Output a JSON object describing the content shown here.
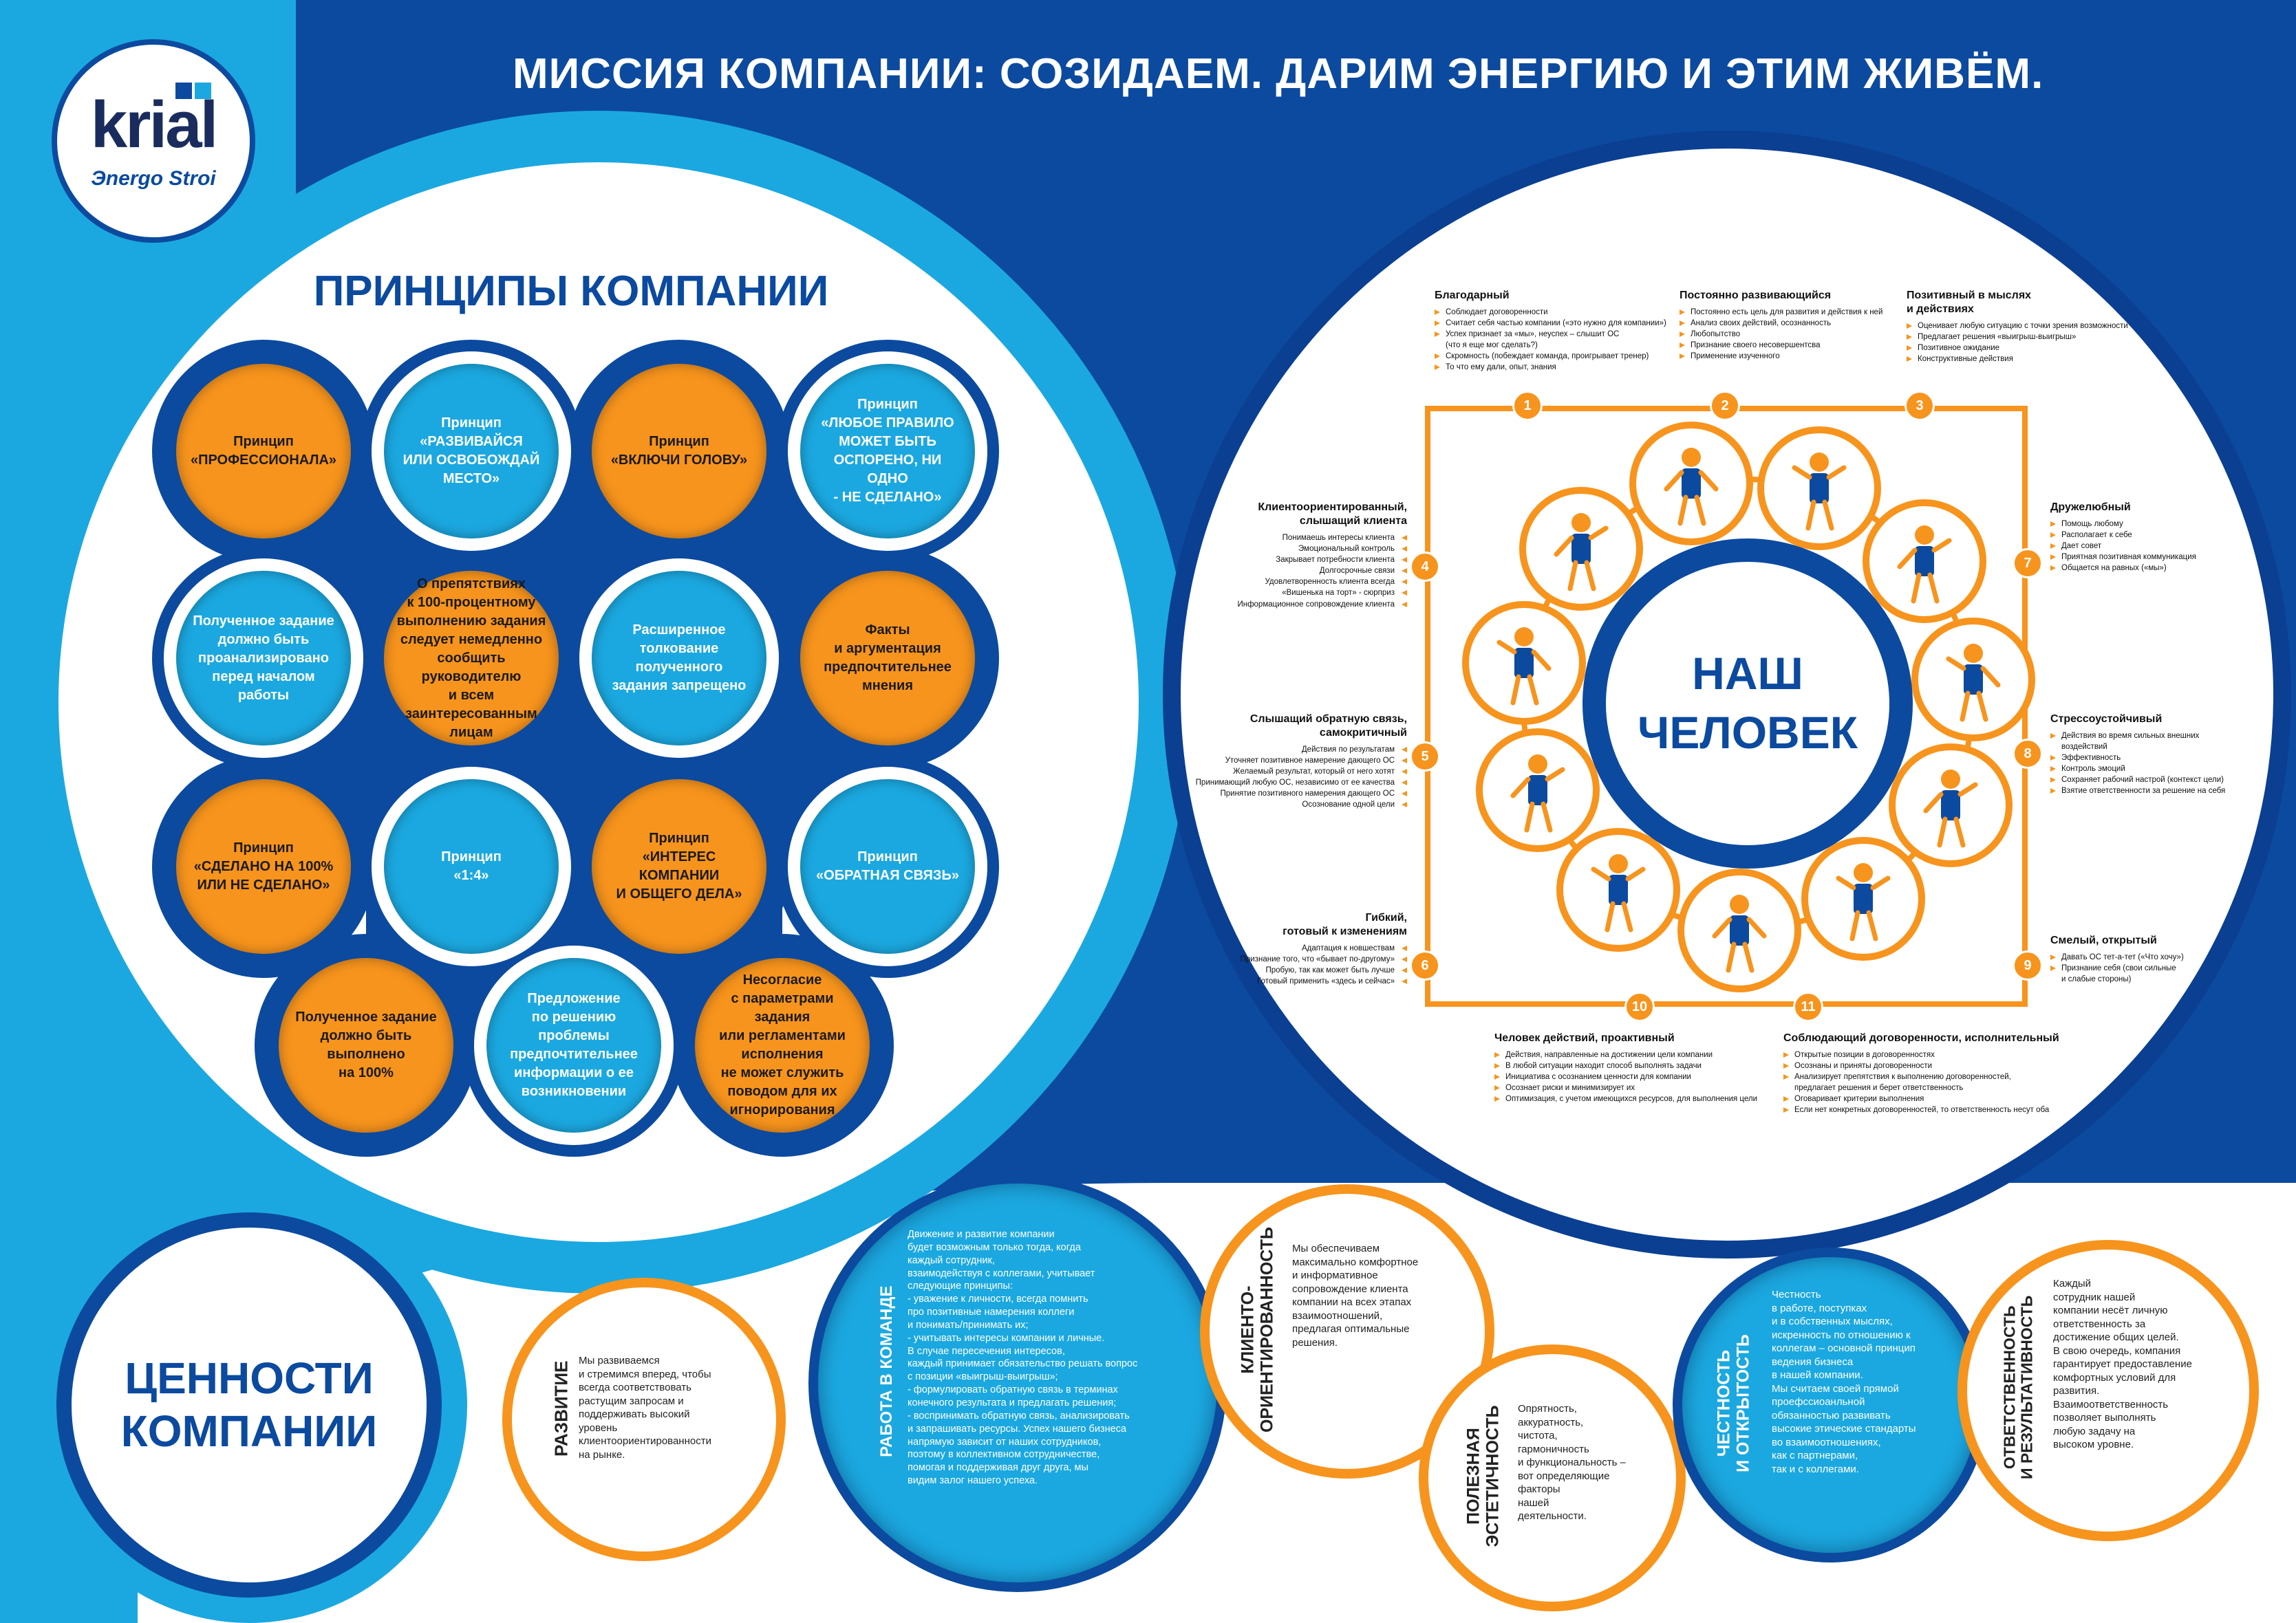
{
  "header": {
    "mission": "МИССИЯ КОМПАНИИ:  СОЗИДАЕМ. ДАРИМ ЭНЕРГИЮ И ЭТИМ ЖИВЁМ."
  },
  "logo": {
    "name": "krial",
    "tagline": "Эnergo Stroi"
  },
  "colors": {
    "orange": "#f7941d",
    "light_blue": "#1ba8e0",
    "dark_blue": "#0b4a9f"
  },
  "principles": {
    "title": "ПРИНЦИПЫ КОМПАНИИ",
    "items": [
      {
        "text": "Принцип\n«ПРОФЕССИОНАЛА»",
        "color": "orange"
      },
      {
        "text": "Принцип\n«РАЗВИВАЙСЯ\nИЛИ ОСВОБОЖДАЙ\nМЕСТО»",
        "color": "blue"
      },
      {
        "text": "Принцип\n«ВКЛЮЧИ ГОЛОВУ»",
        "color": "orange"
      },
      {
        "text": "Принцип\n«ЛЮБОЕ ПРАВИЛО\nМОЖЕТ БЫТЬ\nОСПОРЕНО, НИ ОДНО\n- НЕ СДЕЛАНО»",
        "color": "blue"
      },
      {
        "text": "Полученное задание\nдолжно быть\nпроанализировано\nперед началом работы",
        "color": "blue"
      },
      {
        "text": "О препятствиях\nк 100-процентному\nвыполнению задания\nследует немедленно\nсообщить руководителю\nи всем заинтересованным\nлицам",
        "color": "orange"
      },
      {
        "text": "Расширенное\nтолкование полученного\nзадания запрещено",
        "color": "blue"
      },
      {
        "text": "Факты\nи аргументация\nпредпочтительнее\nмнения",
        "color": "orange"
      },
      {
        "text": "Принцип\n«СДЕЛАНО НА 100%\nИЛИ НЕ СДЕЛАНО»",
        "color": "orange"
      },
      {
        "text": "Принцип\n«1:4»",
        "color": "blue"
      },
      {
        "text": "Принцип\n«ИНТЕРЕС КОМПАНИИ\nИ ОБЩЕГО ДЕЛА»",
        "color": "orange"
      },
      {
        "text": "Принцип\n«ОБРАТНАЯ СВЯЗЬ»",
        "color": "blue"
      },
      {
        "text": "Полученное задание\nдолжно быть\nвыполнено\nна 100%",
        "color": "orange"
      },
      {
        "text": "Предложение\nпо решению проблемы\nпредпочтительнее\nинформации о ее\nвозникновении",
        "color": "blue"
      },
      {
        "text": "Несогласие\nс параметрами задания\nили регламентами\nисполнения\nне может служить\nповодом для их\nигнорирования",
        "color": "orange"
      }
    ]
  },
  "our_person": {
    "title": "НАШ\nЧЕЛОВЕК",
    "traits": [
      {
        "num": "1",
        "title": "Благодарный",
        "items": [
          "Соблюдает договоренности",
          "Считает себя частью компании («это нужно для компании»)",
          "Успех признает за «мы», неуспех – слышит ОС\n(что я еще мог сделать?)",
          "Скромность (побеждает команда, проигрывает тренер)",
          "То что ему дали, опыт, знания"
        ]
      },
      {
        "num": "2",
        "title": "Постоянно развивающийся",
        "items": [
          "Постоянно есть цель для развития и действия к ней",
          "Анализ своих действий, осознанность",
          "Любопытство",
          "Признание своего несовершентсва",
          "Применение изученного"
        ]
      },
      {
        "num": "3",
        "title": "Позитивный в мыслях\nи действиях",
        "items": [
          "Оценивает любую ситуацию с точки зрения возможности",
          "Предлагает решения «выигрыш-выигрыш»",
          "Позитивное ожидание",
          "Конструктивные действия"
        ]
      },
      {
        "num": "4",
        "title": "Клиентоориентированный,\nслышащий клиента",
        "items": [
          "Понимаешь интересы клиента",
          "Эмоциональный контроль",
          "Закрывает потребности клиента",
          "Долгосрочные связи",
          "Удовлетворенность клиента всегда",
          "«Вишенька на торт» - сюрприз",
          "Информационное сопровождение клиента"
        ]
      },
      {
        "num": "5",
        "title": "Слышащий обратную связь,\nсамокритичный",
        "items": [
          "Действия по результатам",
          "Уточняет позитивное намерение дающего ОС",
          "Желаемый результат, который от него хотят",
          "Принимающий любую ОС, независимо от ее качества",
          "Принятие позитивного намерения дающего ОС",
          "Осознование одной цели"
        ]
      },
      {
        "num": "6",
        "title": "Гибкий,\nготовый к изменениям",
        "items": [
          "Адаптация к новшествам",
          "Признание того, что «бывает по-другому»",
          "Пробую, так как может быть лучше",
          "Готовый применить «здесь и сейчас»"
        ]
      },
      {
        "num": "7",
        "title": "Дружелюбный",
        "items": [
          "Помощь любому",
          "Располагает к себе",
          "Дает совет",
          "Приятная позитивная коммуникация",
          "Общается на равных («мы»)"
        ]
      },
      {
        "num": "8",
        "title": "Стрессоустойчивый",
        "items": [
          "Действия во время сильных внешних воздействий",
          "Эффективность",
          "Контроль эмоций",
          "Сохраняет рабочий настрой (контекст цели)",
          "Взятие ответственности за решение на себя"
        ]
      },
      {
        "num": "9",
        "title": "Смелый, открытый",
        "items": [
          "Давать ОС тет-а-тет («Что хочу»)",
          "Признание себя (свои сильные\nи слабые стороны)"
        ]
      },
      {
        "num": "10",
        "title": "Человек действий, проактивный",
        "items": [
          "Действия, направленные на достижении цели компании",
          "В любой ситуации находит способ выполнять задачи",
          "Инициатива с осознанием ценности для компании",
          "Осознает риски и минимизирует их",
          "Оптимизация, с учетом имеющихся ресурсов, для выполнения цели"
        ]
      },
      {
        "num": "11",
        "title": "Соблюдающий договоренности, исполнительный",
        "items": [
          "Открытые позиции в договоренностях",
          "Осознаны и приняты договоренности",
          "Анализирует препятствия к выполнению договоренностей,\nпредлагает решения и берет ответственность",
          "Оговаривает критерии выполнения",
          "Если нет конкретных договоренностей, то ответственность несут оба"
        ]
      }
    ]
  },
  "values": {
    "title": "ЦЕННОСТИ\nКОМПАНИИ",
    "items": [
      {
        "label": "РАЗВИТИЕ",
        "text": "Мы развиваемся\nи стремимся вперед, чтобы\nвсегда соответствовать\nрастущим запросам и\nподдерживать высокий\nуровень\nклиентоориентированности\nна рынке."
      },
      {
        "label": "РАБОТА В КОМАНДЕ",
        "text": "Движение и развитие компании\nбудет возможным только тогда, когда\nкаждый сотрудник,\nвзаимодействуя с коллегами, учитывает\nследующие принципы:\n- уважение к личности, всегда помнить\nпро позитивные намерения коллеги\nи понимать/принимать их;\n- учитывать интересы компании и личные.\nВ случае пересечения интересов,\nкаждый принимает обязательство решать вопрос\nс позиции «выигрыш-выигрыш»;\n- формулировать обратную связь в терминах\nконечного результата и предлагать решения;\n- воспринимать обратную связь, анализировать\nи запрашивать ресурсы. Успех нашего бизнеса\nнапрямую зависит от наших сотрудников,\nпоэтому в коллективном сотрудничестве,\nпомогая и поддерживая друг друга, мы\nвидим залог нашего успеха."
      },
      {
        "label": "КЛИЕНТО-\nОРИЕНТИРОВАННОСТЬ",
        "text": "Мы обеспечиваем\nмаксимально комфортное\nи информативное\nсопровождение клиента\nкомпании на всех этапах\nвзаимоотношений,\nпредлагая оптимальные\nрешения."
      },
      {
        "label": "ПОЛЕЗНАЯ\nЭСТЕТИЧНОСТЬ",
        "text": "Опрятность,\nаккуратность,\nчистота,\nгармоничность\nи функциональность –\nвот определяющие\nфакторы\nнашей\nдеятельности."
      },
      {
        "label": "ЧЕСТНОСТЬ\nИ ОТКРЫТОСТЬ",
        "text": "Честность\nв работе, поступках\nи в собственных мыслях,\nискренность по отношению к\nколлегам – основной принцип\nведения бизнеса\nв нашей компании.\nМы считаем своей прямой\nпроефссиоанльной\nобязанностью развивать\nвысокие этические стандарты\nво взаимоотношениях,\nкак с партнерами,\nтак и с коллегами."
      },
      {
        "label": "ОТВЕТСТВЕННОСТЬ\nИ РЕЗУЛЬТАТИВНОСТЬ",
        "text": "Каждый\nсотрудник нашей\nкомпании несёт личную\nответственность за\nдостижение общих целей.\nВ свою очередь, компания\nгарантирует предоставление\nкомфортных условий для\nразвития.\nВзаимоответственность\nпозволяет выполнять\nлюбую задачу на\nвысоком уровне."
      }
    ]
  }
}
